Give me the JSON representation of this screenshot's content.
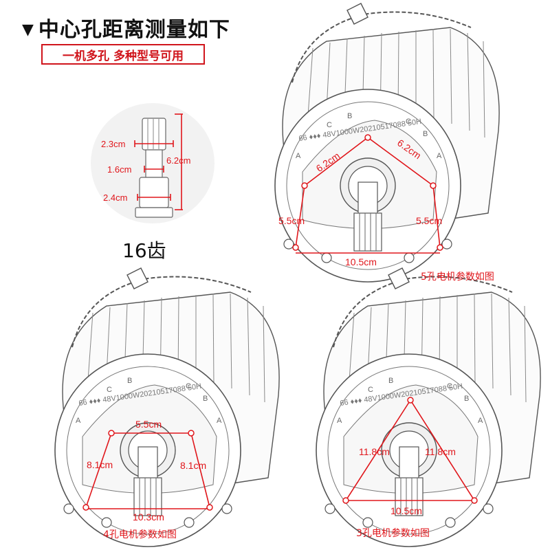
{
  "header": {
    "marker": "▼",
    "title": "中心孔距离测量如下",
    "tag": "一机多孔 多种型号可用"
  },
  "shaft": {
    "dim_top": "2.3cm",
    "dim_mid": "1.6cm",
    "dim_bottom": "2.4cm",
    "dim_total": "6.2cm",
    "teeth": "16齿"
  },
  "motor_engraving": "66 ♦♦♦ 48V1000W20210517088 50H",
  "motor5": {
    "top_left": "6.2cm",
    "top_right": "6.2cm",
    "left": "5.5cm",
    "right": "5.5cm",
    "bottom": "10.5cm",
    "caption": "5孔电机参数如图"
  },
  "motor4": {
    "top": "5.5cm",
    "left": "8.1cm",
    "right": "8.1cm",
    "bottom": "10.3cm",
    "caption": "4孔电机参数如图"
  },
  "motor3": {
    "left": "11.8cm",
    "right": "11.8cm",
    "bottom": "10.5cm",
    "caption": "3孔电机参数如图"
  },
  "colors": {
    "accent": "#e0161b",
    "line_art": "#555555"
  }
}
